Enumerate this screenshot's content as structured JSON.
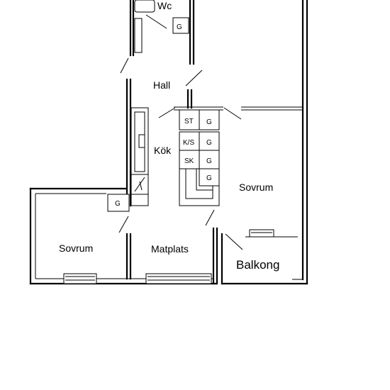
{
  "rooms": {
    "wc": "Wc",
    "hall": "Hall",
    "kok": "Kök",
    "sovrum_right": "Sovrum",
    "sovrum_left": "Sovrum",
    "matplats": "Matplats",
    "balkong": "Balkong"
  },
  "cabinets": {
    "g": "G",
    "st": "ST",
    "ks": "K/S",
    "sk": "SK"
  }
}
